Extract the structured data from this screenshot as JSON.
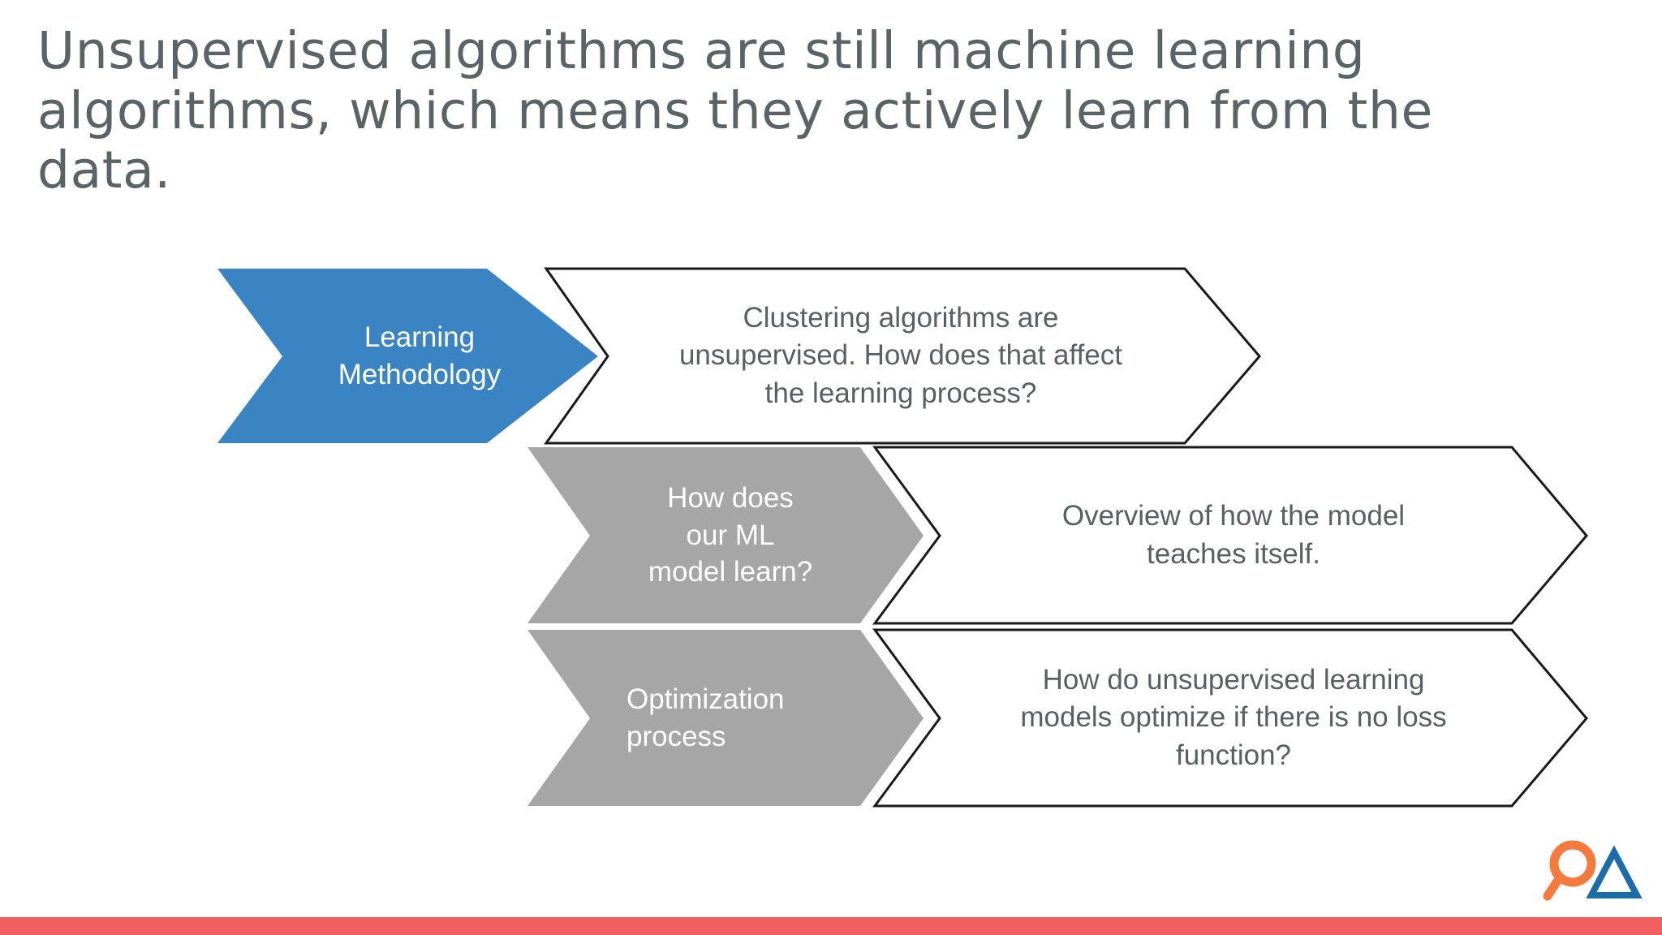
{
  "slide": {
    "title": "Unsupervised algorithms are still machine learning algorithms, which means they actively learn from the data.",
    "background_color": "#ffffff"
  },
  "colors": {
    "title_text": "#5a6366",
    "accent_blue": "#3b84c4",
    "accent_gray": "#a6a6a6",
    "body_text": "#595f62",
    "outline": "#1a1a1a",
    "bottom_bar": "#f0605e",
    "logo_orange": "#f47a3e",
    "logo_blue": "#1b6ca8"
  },
  "diagram": {
    "type": "chevron-process",
    "rows": [
      {
        "id": "row-1",
        "stage": {
          "fill": "#3b84c4",
          "style": "filled-blue",
          "text_align": "center",
          "lines": [
            "Learning",
            "Methodology"
          ]
        },
        "detail": {
          "fill": "#ffffff",
          "style": "outlined",
          "text_align": "center",
          "lines": [
            "Clustering algorithms are",
            "unsupervised. How does that affect",
            "the learning process?"
          ]
        }
      },
      {
        "id": "row-2",
        "stage": {
          "fill": "#a6a6a6",
          "style": "filled-gray",
          "text_align": "center",
          "lines": [
            "How does",
            "our ML",
            "model learn?"
          ]
        },
        "detail": {
          "fill": "#ffffff",
          "style": "outlined",
          "text_align": "center",
          "lines": [
            "Overview of how the model",
            "teaches itself."
          ]
        }
      },
      {
        "id": "row-3",
        "stage": {
          "fill": "#a6a6a6",
          "style": "filled-gray",
          "text_align": "left",
          "lines": [
            "Optimization",
            "process"
          ]
        },
        "detail": {
          "fill": "#ffffff",
          "style": "outlined",
          "text_align": "center",
          "lines": [
            "How do unsupervised learning",
            "models optimize if there is no loss",
            "function?"
          ]
        }
      }
    ]
  },
  "logo": {
    "name": "magnifier-triangle-logo",
    "shapes": [
      "magnifying-glass",
      "triangle"
    ]
  }
}
